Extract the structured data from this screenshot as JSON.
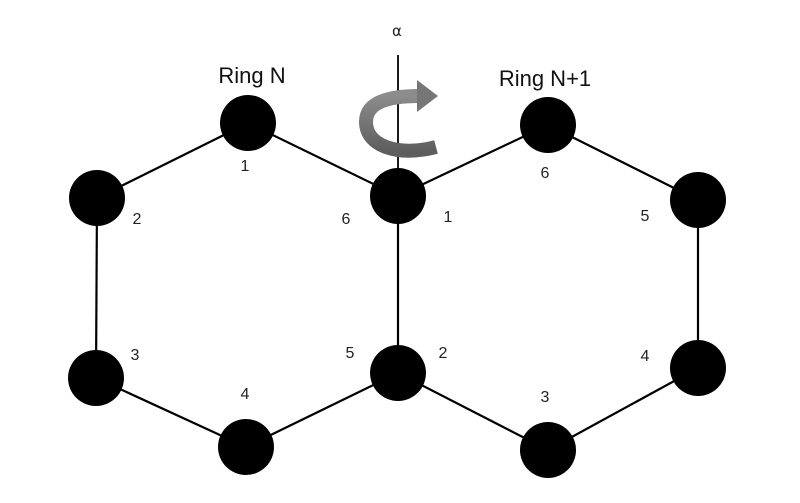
{
  "axis_label": "α",
  "rotation_arrow_icon": "curved-rotation-arrow",
  "rings": [
    {
      "name": "Ring N",
      "atom_labels": [
        "1",
        "2",
        "3",
        "4",
        "5",
        "6"
      ]
    },
    {
      "name": "Ring N+1",
      "atom_labels": [
        "1",
        "2",
        "3",
        "4",
        "5",
        "6"
      ]
    }
  ],
  "colors": {
    "atom": "#000000",
    "bond": "#000000",
    "arrow": "#767676"
  }
}
